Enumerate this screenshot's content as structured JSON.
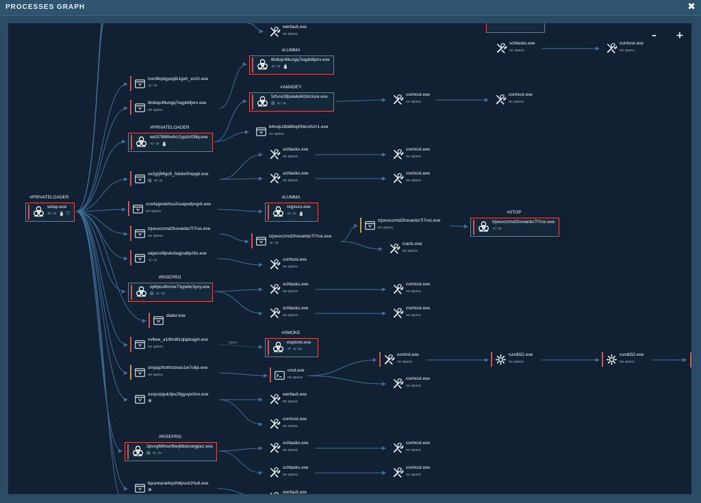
{
  "window": {
    "title": "PROCESSES GRAPH",
    "close_icon": "close-icon"
  },
  "controls": {
    "zoom_out": "–",
    "zoom_in": "+"
  },
  "colors": {
    "background": "#112133",
    "edge": "#3f6f96",
    "malicious": "#d9534f",
    "warning": "#c9a241",
    "neutral": "#e8edf2",
    "text": "#eef3f8",
    "muted": "#9fb4c6"
  },
  "nodes": [
    {
      "id": "setup",
      "name": "setup.exe",
      "sub": "<-> ⛄ ⛉",
      "kind": "bio",
      "boxed": true,
      "status": "malicious",
      "tag": "#PRIVATELOADER"
    },
    {
      "id": "lvxn",
      "name": "lvxn8tqdgyepjlk1gxh_xx1h.exe",
      "sub": "<->",
      "kind": "win",
      "status": "malicious"
    },
    {
      "id": "t6obqc_l",
      "name": "t6obqc4llungq7eqpk6ljxrx.exe",
      "sub": "no specs",
      "kind": "win",
      "status": "malicious"
    },
    {
      "id": "wic57",
      "name": "wic578t8hwfvz2yjxlzrf38y.exe",
      "sub": "<-> ⛄",
      "kind": "bio",
      "boxed": true,
      "status": "malicious",
      "tag": "#PRIVATELOADER"
    },
    {
      "id": "xx2g",
      "name": "xx2grj94go5_fxbdxrfmipgb.exe",
      "sub": "⊞ <->",
      "kind": "win",
      "status": "malicious"
    },
    {
      "id": "cus4",
      "name": "cus4agowkhss2usapwfpvgrk.exe",
      "sub": "no specs",
      "kind": "win",
      "status": "malicious"
    },
    {
      "id": "tzjw1",
      "name": "tzjwsxczmd2hovanbz7l7roc.exe",
      "sub": "no specs",
      "kind": "win",
      "status": "malicious"
    },
    {
      "id": "oiqw",
      "name": "oiqwzx9lpvksfaqjna8pz5o.exe",
      "sub": "<->",
      "kind": "win",
      "status": "malicious"
    },
    {
      "id": "iq4t",
      "name": "iq4tpcuflmme73yjwlkr3yvy.exe",
      "sub": "⊞ <->",
      "kind": "bio",
      "boxed": true,
      "status": "malicious",
      "tag": "#RISEPRO"
    },
    {
      "id": "dialer",
      "name": "dialer.exe",
      "sub": "",
      "kind": "win",
      "status": "malicious"
    },
    {
      "id": "vvlb",
      "name": "vvlbve_a1l9mi81qlqdvajyh.exe",
      "sub": "no specs",
      "kind": "win",
      "status": "malicious"
    },
    {
      "id": "smjq",
      "name": "smjaqzhothstzeas1w7oiljx.exe",
      "sub": "no specs",
      "kind": "win",
      "status": "warning"
    },
    {
      "id": "sxrp",
      "name": "sxrpuzpjuk3pv2ltgyvpx0nn.exe",
      "sub": "✱",
      "kind": "win",
      "status": "neutral"
    },
    {
      "id": "3pvv",
      "name": "3pvvg68hwofbwj8bdoswgpez.exe",
      "sub": "⊞ <->",
      "kind": "bio",
      "boxed": true,
      "status": "malicious",
      "tag": "#RISEPRO"
    },
    {
      "id": "bpun",
      "name": "bpunkaral4qoth8pvck20u6.exe",
      "sub": "✱",
      "kind": "win",
      "status": "neutral"
    },
    {
      "id": "wf_top",
      "name": "werfault.exe",
      "sub": "no specs",
      "kind": "tool",
      "status": "neutral"
    },
    {
      "id": "t6obqc_r",
      "name": "t6obqc4llungq7eqpk6ljxrx.exe",
      "sub": "<-> ⛄",
      "kind": "bio",
      "boxed": true,
      "status": "malicious",
      "tag": "#LUMMA"
    },
    {
      "id": "5rfu",
      "name": "5rfuno3fpxiwkd42drcisre.exe",
      "sub": "⊞ <->",
      "kind": "bio",
      "boxed": true,
      "status": "malicious",
      "tag": "#AMADEY"
    },
    {
      "id": "b4vx",
      "name": "b4vxjcz8dd8vp0hkcsfvzr1.exe",
      "sub": "no specs",
      "kind": "win",
      "status": "neutral"
    },
    {
      "id": "st1",
      "name": "schtasks.exe",
      "sub": "no specs",
      "kind": "tool",
      "status": "neutral"
    },
    {
      "id": "st2",
      "name": "schtasks.exe",
      "sub": "no specs",
      "kind": "tool",
      "status": "neutral"
    },
    {
      "id": "regsvcs",
      "name": "regsvcs.exe",
      "sub": "<-> ⛄",
      "kind": "bio",
      "boxed": true,
      "status": "malicious",
      "tag": "#LUMMA"
    },
    {
      "id": "tzjw2",
      "name": "tzjwsxczmd2hovanbz7l7roc.exe",
      "sub": "<->",
      "kind": "win",
      "status": "malicious"
    },
    {
      "id": "ch_mid",
      "name": "conhost.exe",
      "sub": "no specs",
      "kind": "tool",
      "status": "neutral"
    },
    {
      "id": "st3",
      "name": "schtasks.exe",
      "sub": "no specs",
      "kind": "tool",
      "status": "neutral"
    },
    {
      "id": "st4",
      "name": "schtasks.exe",
      "sub": "no specs",
      "kind": "tool",
      "status": "neutral"
    },
    {
      "id": "explorer",
      "name": "explorer.exe",
      "sub": "↗ <->",
      "kind": "bio",
      "boxed": true,
      "status": "malicious",
      "tag": "#SMOKE"
    },
    {
      "id": "cmd",
      "name": "cmd.exe",
      "sub": "no specs",
      "kind": "cmd",
      "status": "malicious"
    },
    {
      "id": "wf2",
      "name": "werfault.exe",
      "sub": "no specs",
      "kind": "tool",
      "status": "neutral"
    },
    {
      "id": "ch_b",
      "name": "conhost.exe",
      "sub": "no specs",
      "kind": "tool",
      "status": "neutral"
    },
    {
      "id": "st5",
      "name": "schtasks.exe",
      "sub": "no specs",
      "kind": "tool",
      "status": "neutral"
    },
    {
      "id": "st6",
      "name": "schtasks.exe",
      "sub": "no specs",
      "kind": "tool",
      "status": "neutral"
    },
    {
      "id": "wf3",
      "name": "werfault.exe",
      "sub": "",
      "kind": "tool",
      "status": "neutral"
    },
    {
      "id": "st_a",
      "name": "schtasks.exe",
      "sub": "no specs",
      "kind": "tool",
      "status": "neutral"
    },
    {
      "id": "ch1",
      "name": "conhost.exe",
      "sub": "no specs",
      "kind": "tool",
      "status": "neutral"
    },
    {
      "id": "ch2",
      "name": "conhost.exe",
      "sub": "no specs",
      "kind": "tool",
      "status": "neutral"
    },
    {
      "id": "ch3",
      "name": "conhost.exe",
      "sub": "no specs",
      "kind": "tool",
      "status": "neutral"
    },
    {
      "id": "tzjw3",
      "name": "tzjwsxczmd2hovanbz7l7roc.exe",
      "sub": "no specs",
      "kind": "win",
      "status": "warning"
    },
    {
      "id": "icacls",
      "name": "icacls.exe",
      "sub": "no specs",
      "kind": "tool",
      "status": "neutral"
    },
    {
      "id": "ch4",
      "name": "conhost.exe",
      "sub": "no specs",
      "kind": "tool",
      "status": "neutral"
    },
    {
      "id": "ch5",
      "name": "conhost.exe",
      "sub": "no specs",
      "kind": "tool",
      "status": "neutral"
    },
    {
      "id": "control",
      "name": "control.exe",
      "sub": "no specs",
      "kind": "tool",
      "status": "malicious"
    },
    {
      "id": "ch6",
      "name": "conhost.exe",
      "sub": "no specs",
      "kind": "tool",
      "status": "neutral"
    },
    {
      "id": "ch7",
      "name": "conhost.exe",
      "sub": "no specs",
      "kind": "tool",
      "status": "neutral"
    },
    {
      "id": "ch8",
      "name": "conhost.exe",
      "sub": "no specs",
      "kind": "tool",
      "status": "neutral"
    },
    {
      "id": "ch_top",
      "name": "conhost.exe",
      "sub": "no specs",
      "kind": "tool",
      "status": "neutral"
    },
    {
      "id": "ch9",
      "name": "conhost.exe",
      "sub": "no specs",
      "kind": "tool",
      "status": "neutral"
    },
    {
      "id": "tzjw4",
      "name": "tzjwsxczmd2hovanbz7l7roc.exe",
      "sub": "<->",
      "kind": "bio",
      "boxed": true,
      "status": "malicious",
      "tag": "#STOP"
    },
    {
      "id": "rundll1",
      "name": "rundll32.exe",
      "sub": "no specs",
      "kind": "gear",
      "status": "malicious"
    },
    {
      "id": "rundll2",
      "name": "rundll32.exe",
      "sub": "no specs",
      "kind": "gear",
      "status": "malicious"
    }
  ],
  "edge_labels": [
    {
      "text": "inject"
    }
  ]
}
